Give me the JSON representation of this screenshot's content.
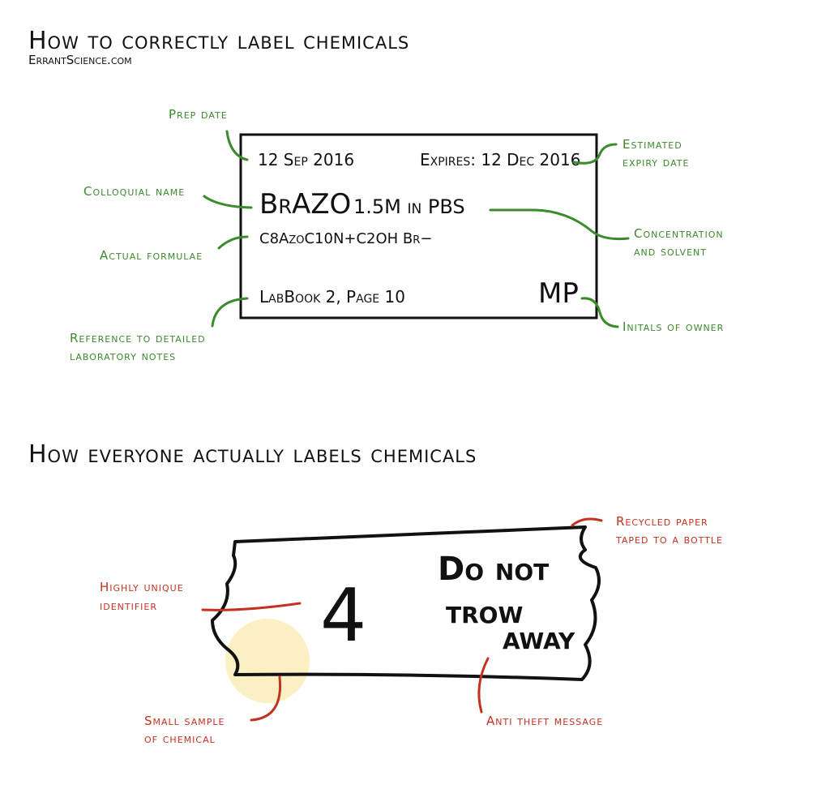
{
  "titles": {
    "top": "How to correctly label chemicals",
    "site": "ErrantScience.com",
    "bottom": "How everyone actually labels chemicals"
  },
  "correct_label": {
    "prep_date": "12 Sep 2016",
    "expires": "Expires: 12 Dec 2016",
    "name": "BrAZO",
    "concentration": "1.5M in PBS",
    "formula": "C8AzoC10N+C2OH  Br−",
    "reference": "LabBook 2, Page 10",
    "initials": "MP"
  },
  "correct_annotations": {
    "prep_date": "Prep date",
    "expiry": [
      "Estimated",
      "expiry date"
    ],
    "colloquial": "Colloquial name",
    "concentration": [
      "Concentration",
      "and solvent"
    ],
    "formulae": "Actual formulae",
    "reference": [
      "Reference to detailed",
      "laboratory notes"
    ],
    "initials": "Initals of owner"
  },
  "actual_label": {
    "identifier": "4",
    "message": [
      "Do not",
      "trow",
      "away"
    ]
  },
  "actual_annotations": {
    "paper": [
      "Recycled paper",
      "taped to a bottle"
    ],
    "identifier": [
      "Highly unique",
      "identifier"
    ],
    "sample": [
      "Small sample",
      "of chemical"
    ],
    "message": "Anti theft message"
  },
  "colors": {
    "green": "#3b8a2c",
    "red": "#c4321f",
    "sample": "#fbefc4"
  }
}
